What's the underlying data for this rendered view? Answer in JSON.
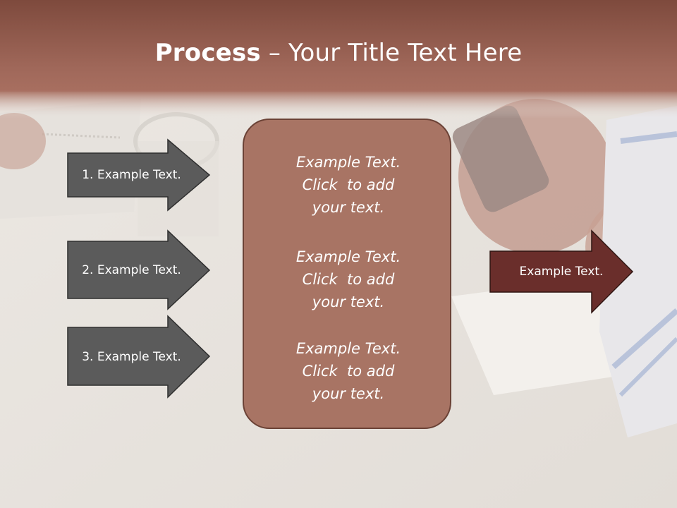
{
  "slide": {
    "title_bold": "Process",
    "title_rest": " – Your Title Text Here",
    "left_arrows": [
      {
        "label": "1. Example Text."
      },
      {
        "label": "2. Example Text."
      },
      {
        "label": "3. Example Text."
      }
    ],
    "center_box": {
      "items": [
        {
          "line1": "Example Text.",
          "line2": "Click  to add",
          "line3": "your text."
        },
        {
          "line1": "Example Text.",
          "line2": "Click  to add",
          "line3": "your text."
        },
        {
          "line1": "Example Text.",
          "line2": "Click  to add",
          "line3": "your text."
        }
      ]
    },
    "right_arrow": {
      "label": "Example Text."
    }
  },
  "colors": {
    "header": "#8f5b4b",
    "left_arrow_fill": "#5b5b5b",
    "center_box_fill": "#a87464",
    "right_arrow_fill": "#6a2e2b"
  }
}
